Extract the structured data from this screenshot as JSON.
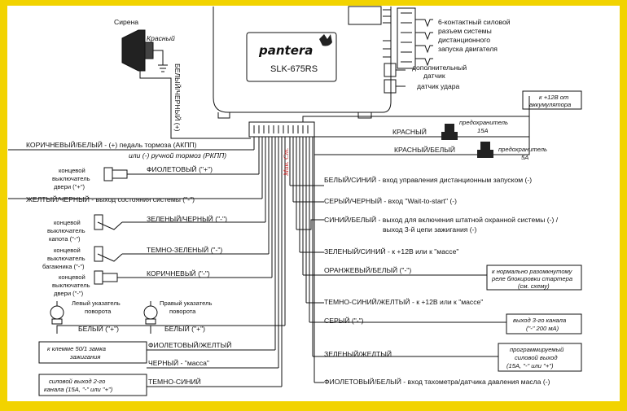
{
  "unit": {
    "brand": "pantera",
    "model": "SLK-675RS"
  },
  "siren": {
    "title": "Сирена",
    "wire": "Красный"
  },
  "siren_wire_vertical": "БЕЛЫЙ/ЧЕРНЫЙ (+)",
  "red_vertical": "Мин. Ст.",
  "top_right": {
    "connector_note": [
      "6-контактный силовой",
      "разъем системы",
      "дистанционного",
      "запуска двигателя"
    ],
    "extra_sensor": [
      "дополнительный",
      "датчик"
    ],
    "shock_sensor": "датчик удара",
    "battery": [
      "к +12В от",
      "аккумулятора"
    ],
    "fuse15": [
      "предохранитель",
      "15А"
    ],
    "fuse5": [
      "предохранитель",
      "5А"
    ],
    "red": "КРАСНЫЙ",
    "red_white": "КРАСНЫЙ/БЕЛЫЙ"
  },
  "left": {
    "brown_white_1": "КОРИЧНЕВЫЙ/БЕЛЫЙ - (+) педаль тормоза (АКПП)",
    "brown_white_2": "или (-) ручной тормоз (РКПП)",
    "door_switch": [
      "концевой",
      "выключатель",
      "двери (\"+\")"
    ],
    "violet": "ФИОЛЕТОВЫЙ (\"+\")",
    "yellow_black": "ЖЕЛТЫЙ/ЧЕРНЫЙ - выход состояния системы  (\"-\")",
    "hood_switch": [
      "концевой",
      "выключатель",
      "капота (\"-\")"
    ],
    "green_black": "ЗЕЛЕНЫЙ/ЧЕРНЫЙ (\"-\")",
    "trunk_switch": [
      "концевой",
      "выключатель",
      "багажника (\"-\")"
    ],
    "dark_green": "ТЕМНО-ЗЕЛЕНЫЙ (\"-\")",
    "door_switch2": [
      "концевой",
      "выключатель",
      "двери (\"-\")"
    ],
    "brown": "КОРИЧНЕВЫЙ (\"-\")",
    "left_turn": [
      "Левый указатель",
      "поворота"
    ],
    "right_turn": [
      "Правый указатель",
      "поворота"
    ],
    "white_left": "БЕЛЫЙ (\"+\")",
    "white_right": "БЕЛЫЙ (\"+\")",
    "ignition_box": [
      "к клемме 50/1 замка",
      "зажигания"
    ],
    "violet_yellow": "ФИОЛЕТОВЫЙ/ЖЕЛТЫЙ",
    "black": "ЧЕРНЫЙ - \"масса\"",
    "power_box": [
      "силовой выход 2-го",
      "канала (15А, \"-\" или \"+\")"
    ],
    "dark_blue": "ТЕМНО-СИНИЙ"
  },
  "right": {
    "white_blue": "БЕЛЫЙ/СИНИЙ - вход управления дистанционным запуском (-)",
    "grey_black": "СЕРЫЙ/ЧЕРНЫЙ - вход \"Wait-to-start\" (-)",
    "blue_white_1": "СИНИЙ/БЕЛЫЙ - выход для включения штатной охранной системы (-) /",
    "blue_white_2": "выход 3-й цепи зажигания (-)",
    "green_blue": "ЗЕЛЕНЫЙ/СИНИЙ - к +12В или к \"массе\"",
    "orange_white": "ОРАНЖЕВЫЙ/БЕЛЫЙ (\"-\")",
    "relay_box": [
      "к нормально разомкнутому",
      "реле блокировки стартера",
      "(см. схему)"
    ],
    "dark_blue_yellow": "ТЕМНО-СИНИЙ/ЖЕЛТЫЙ - к +12В или к \"массе\"",
    "grey": "СЕРЫЙ  (\"-\")",
    "ch3_box": [
      "выход 3-го канала",
      "(\"-\" 200 мА)"
    ],
    "green_yellow": "ЗЕЛЕНЫЙ/ЖЕЛТЫЙ",
    "prog_box": [
      "программируемый",
      "силовой выход",
      "(15А, \"-\" или \"+\")"
    ],
    "violet_white": "ФИОЛЕТОВЫЙ/БЕЛЫЙ - вход тахометра/датчика давления масла (-)"
  }
}
